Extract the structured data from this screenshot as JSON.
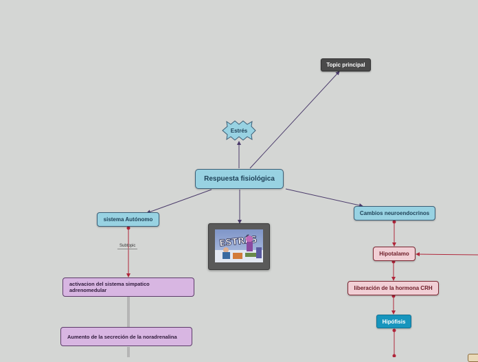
{
  "nodes": {
    "topic_principal": "Topic principal",
    "estres": "Estrés",
    "respuesta": "Respuesta fisiológica",
    "sistema_autonomo": "sistema Autónomo",
    "cambios": "Cambios neuroendocrinos",
    "hipotalamo": "Hipotalamo",
    "liberacion": "liberación de la hormona CRH",
    "hipofisis": "Hipófisis",
    "activacion": "activacion del sistema simpatico adrenomedular",
    "aumento": "Aumento de la secreción de la noradrenalina"
  },
  "subtopic_label": "Subtopic",
  "image": {
    "icon": "stress-illustration-icon",
    "text": "ESTRÉS"
  },
  "colors": {
    "background": "#d4d6d4",
    "blue_node": "#98d2e2",
    "pink_node": "#f1cfd5",
    "violet_node": "#d8b6e2",
    "teal_node": "#1795bd",
    "dark_node": "#4a4a4a",
    "connector_purple": "#4a3a6a",
    "connector_red": "#b0263a"
  }
}
